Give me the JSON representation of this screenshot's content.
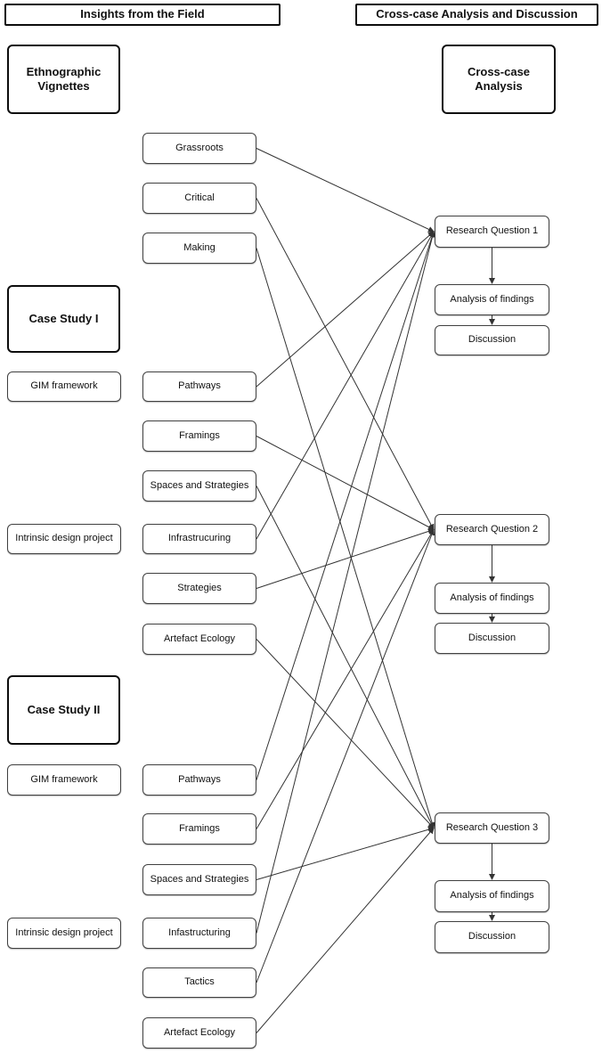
{
  "headers": {
    "insights": "Insights from the Field",
    "cross_case": "Cross-case Analysis and Discussion"
  },
  "nodes": {
    "ethnographic": "Ethnographic Vignettes",
    "cross_case_analysis": "Cross-case Analysis",
    "case_study_1": "Case Study I",
    "gim_1": "GIM framework",
    "intrinsic_1": "Intrinsic design project",
    "case_study_2": "Case Study II",
    "gim_2": "GIM framework",
    "intrinsic_2": "Intrinsic design project",
    "grassroots": "Grassroots",
    "critical": "Critical",
    "making": "Making",
    "pathways_1": "Pathways",
    "framings_1": "Framings",
    "spaces_1": "Spaces and Strategies",
    "infrastructuring_1": "Infrastrucuring",
    "strategies_1": "Strategies",
    "artefact_1": "Artefact Ecology",
    "pathways_2": "Pathways",
    "framings_2": "Framings",
    "spaces_2": "Spaces and Strategies",
    "infrastructuring_2": "Infastructuring",
    "tactics_2": "Tactics",
    "artefact_2": "Artefact Ecology",
    "rq1": "Research Question 1",
    "af1": "Analysis of findings",
    "d1": "Discussion",
    "rq2": "Research Question 2",
    "af2": "Analysis of findings",
    "d2": "Discussion",
    "rq3": "Research Question 3",
    "af3": "Analysis of findings",
    "d3": "Discussion"
  },
  "edges": [
    [
      "grassroots",
      "rq1"
    ],
    [
      "critical",
      "rq2"
    ],
    [
      "making",
      "rq3"
    ],
    [
      "pathways_1",
      "rq1"
    ],
    [
      "framings_1",
      "rq2"
    ],
    [
      "spaces_1",
      "rq3"
    ],
    [
      "infrastructuring_1",
      "rq1"
    ],
    [
      "strategies_1",
      "rq2"
    ],
    [
      "artefact_1",
      "rq3"
    ],
    [
      "pathways_2",
      "rq1"
    ],
    [
      "framings_2",
      "rq2"
    ],
    [
      "spaces_2",
      "rq3"
    ],
    [
      "infrastructuring_2",
      "rq1"
    ],
    [
      "tactics_2",
      "rq2"
    ],
    [
      "artefact_2",
      "rq3"
    ],
    [
      "rq1",
      "af1"
    ],
    [
      "af1",
      "d1"
    ],
    [
      "rq2",
      "af2"
    ],
    [
      "af2",
      "d2"
    ],
    [
      "rq3",
      "af3"
    ],
    [
      "af3",
      "d3"
    ]
  ],
  "colors": {
    "line": "#333333",
    "border": "#404040",
    "border_strong": "#0d0d0d",
    "text": "#111111",
    "background": "#ffffff"
  }
}
